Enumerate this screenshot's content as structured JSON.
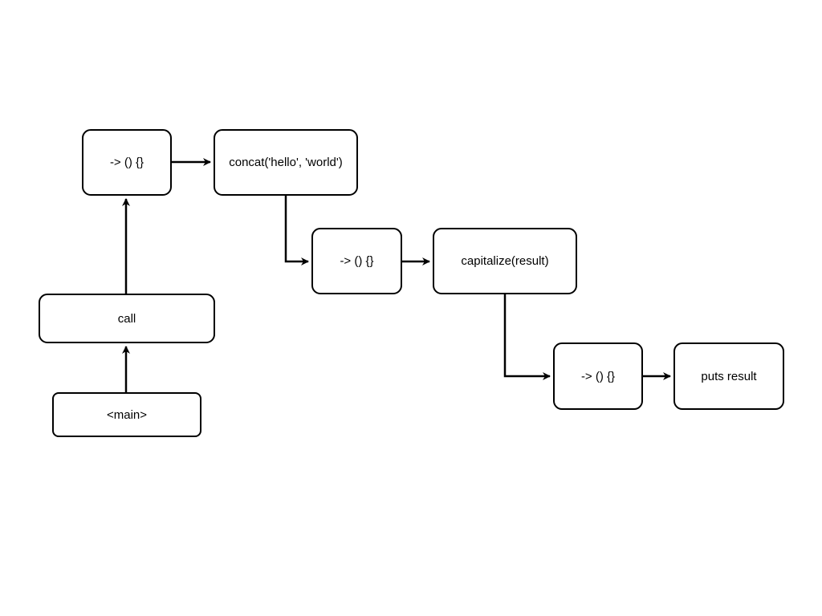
{
  "nodes": {
    "main": "<main>",
    "call": "call",
    "lambda_1": "-> () {}",
    "concat": "concat('hello', 'world')",
    "lambda_2": "-> () {}",
    "capitalize": "capitalize(result)",
    "lambda_3": "-> () {}",
    "puts": "puts result"
  },
  "colors": {
    "stroke": "#000000",
    "fill": "#ffffff",
    "background": "#ffffff"
  }
}
